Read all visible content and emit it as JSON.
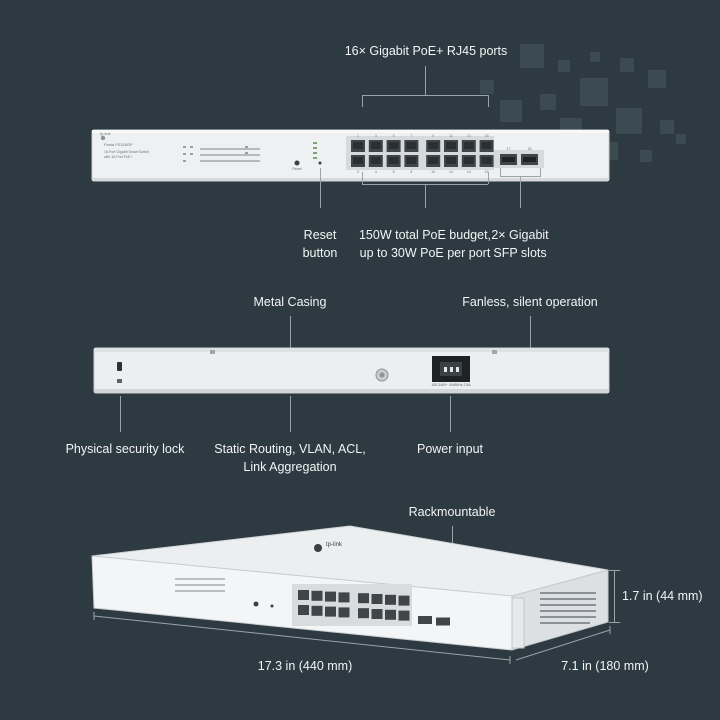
{
  "front": {
    "ports_label": "16× Gigabit PoE+ RJ45 ports",
    "reset_label_1": "Reset",
    "reset_label_2": "button",
    "budget_label_1": "150W total PoE budget,",
    "budget_label_2": "up to 30W PoE per port",
    "sfp_label_1": "2× Gigabit",
    "sfp_label_2": "SFP slots",
    "brand": "tp-link",
    "model": "Festa FS318GP",
    "subtitle_1": "16-Port Gigabit Smart Switch",
    "subtitle_2": "with 16-Port PoE+",
    "top_numbers": [
      "1",
      "3",
      "5",
      "7",
      "9",
      "11",
      "13",
      "15"
    ],
    "bottom_numbers": [
      "2",
      "4",
      "6",
      "8",
      "10",
      "12",
      "14",
      "16"
    ],
    "sfp_numbers": [
      "17",
      "18"
    ],
    "button_caption": "Reset"
  },
  "back": {
    "casing_label": "Metal Casing",
    "fanless_label": "Fanless, silent operation",
    "lock_label": "Physical security lock",
    "routing_label_1": "Static Routing, VLAN, ACL,",
    "routing_label_2": "Link Aggregation",
    "power_label": "Power input",
    "power_rating": "100-240V~ 50/60Hz 2.5A"
  },
  "iso": {
    "rack_label": "Rackmountable",
    "height_label": "1.7 in (44 mm)",
    "width_label": "17.3 in (440 mm)",
    "depth_label": "7.1 in (180 mm)",
    "top_brand": "tp-link"
  }
}
